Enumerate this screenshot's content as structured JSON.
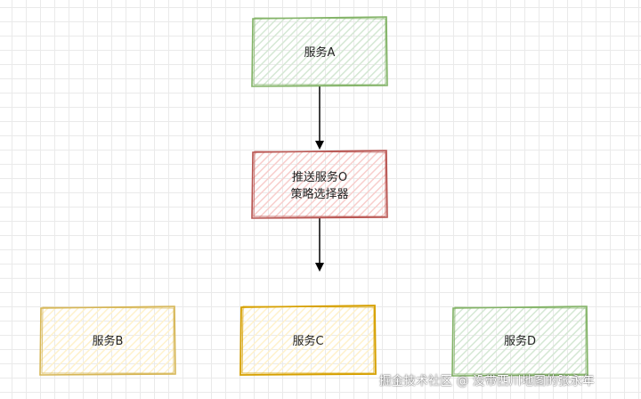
{
  "nodes": {
    "service_a": {
      "label": "服务A",
      "fill": "#d5e8d4",
      "stroke": "#82b366"
    },
    "push_service": {
      "line1": "推送服务O",
      "line2": "策略选择器",
      "fill": "#f8cecc",
      "stroke": "#b85450"
    },
    "service_b": {
      "label": "服务B",
      "fill": "#fff2cc",
      "stroke": "#d6b656"
    },
    "service_c": {
      "label": "服务C",
      "fill": "#fff2cc",
      "stroke": "#d6a000"
    },
    "service_d": {
      "label": "服务D",
      "fill": "#d5e8d4",
      "stroke": "#82b366"
    }
  },
  "edges": [
    {
      "from": "service_a",
      "to": "push_service"
    },
    {
      "from": "push_service",
      "to": "children"
    }
  ],
  "watermark": "掘金技术社区 @ 没带西川地图的张永年"
}
